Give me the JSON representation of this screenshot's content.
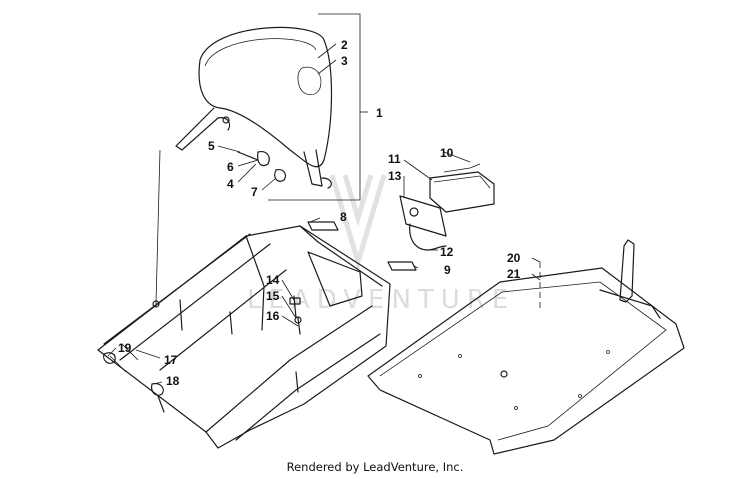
{
  "footer": {
    "credit": "Rendered by LeadVenture, Inc."
  },
  "watermark": {
    "text": "LEADVENTURE"
  },
  "callouts": [
    "1",
    "2",
    "3",
    "4",
    "5",
    "6",
    "7",
    "8",
    "9",
    "10",
    "11",
    "12",
    "13",
    "14",
    "15",
    "16",
    "17",
    "18",
    "19",
    "20",
    "21"
  ]
}
